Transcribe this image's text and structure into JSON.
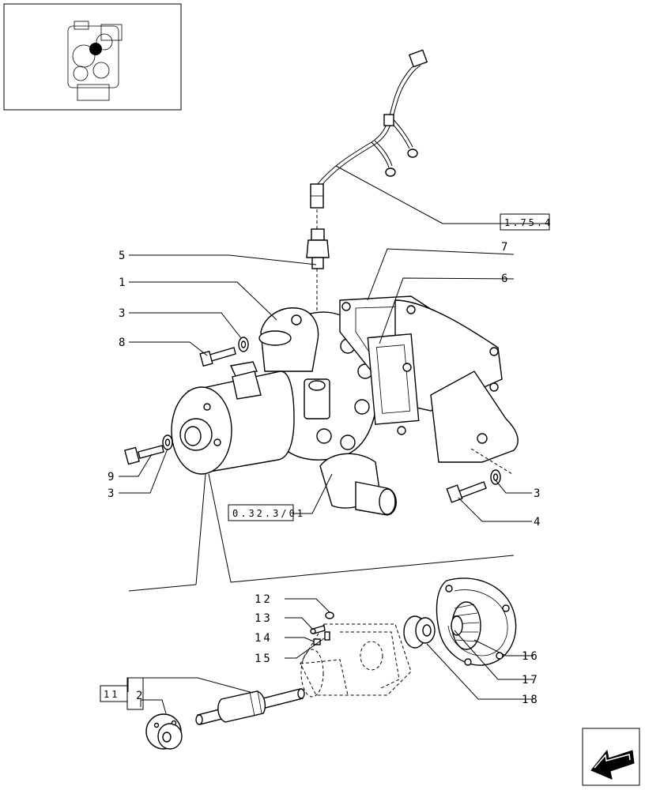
{
  "callouts": {
    "c1": "1",
    "c2": "2",
    "c3a": "3",
    "c3b": "3",
    "c3c": "3",
    "c4": "4",
    "c5": "5",
    "c6": "6",
    "c7": "7",
    "c8": "8",
    "c9": "9",
    "c12": "12",
    "c13": "13",
    "c14": "14",
    "c15": "15",
    "c16": "16",
    "c17": "17",
    "c18": "18"
  },
  "references": {
    "harness_ref": "1.75.4",
    "pipe_ref": "0.32.3/01",
    "kit_ref": "11"
  },
  "icons": {
    "thumbnail": "engine-thumbnail-icon",
    "nav": "arrow-left-icon"
  }
}
